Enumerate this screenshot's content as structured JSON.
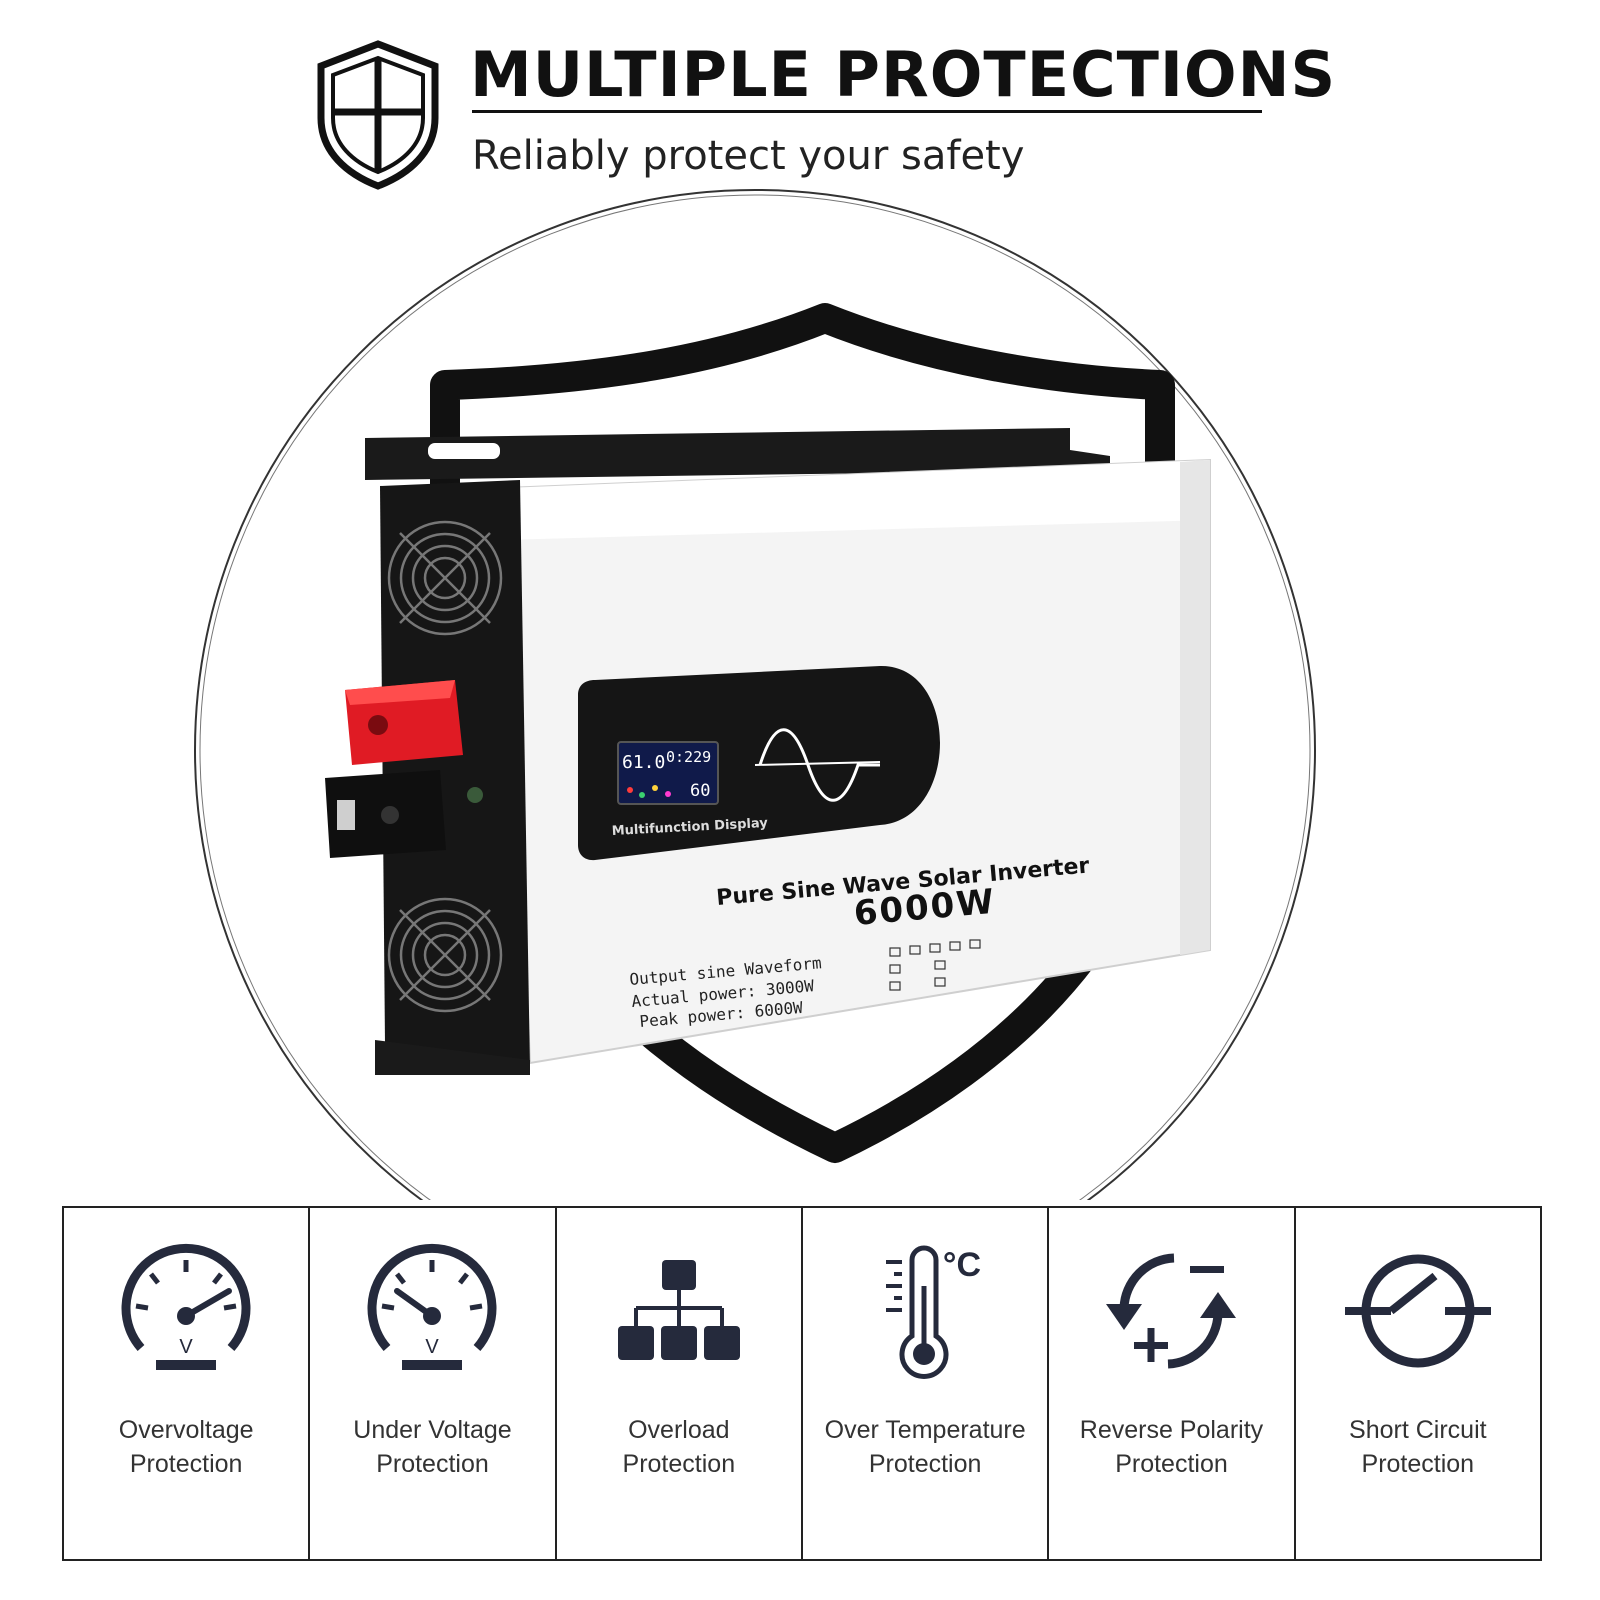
{
  "header": {
    "title": "MULTIPLE PROTECTIONS",
    "subtitle": "Reliably protect your safety"
  },
  "product": {
    "display_label": "Multifunction Display",
    "name": "Pure Sine Wave Solar Inverter",
    "wattage": "6000W",
    "spec_lines": [
      "Output sine Waveform",
      "Actual power: 3000W",
      "Peak power: 6000W"
    ],
    "lcd_readout_left": "61.0",
    "lcd_readout_right": "0:229",
    "lcd_readout_bottom": "60"
  },
  "features": [
    {
      "icon": "gauge-high-icon",
      "line1": "Overvoltage",
      "line2": "Protection",
      "gauge_letter": "V"
    },
    {
      "icon": "gauge-low-icon",
      "line1": "Under Voltage",
      "line2": "Protection",
      "gauge_letter": "V"
    },
    {
      "icon": "hierarchy-icon",
      "line1": "Overload",
      "line2": "Protection"
    },
    {
      "icon": "thermometer-icon",
      "line1": "Over Temperature",
      "line2": "Protection",
      "unit": "°C"
    },
    {
      "icon": "polarity-icon",
      "line1": "Reverse Polarity",
      "line2": "Protection"
    },
    {
      "icon": "circuit-switch-icon",
      "line1": "Short Circuit",
      "line2": "Protection"
    }
  ],
  "colors": {
    "icon": "#252a3c",
    "text": "#333333",
    "accent_red": "#e01b24"
  }
}
